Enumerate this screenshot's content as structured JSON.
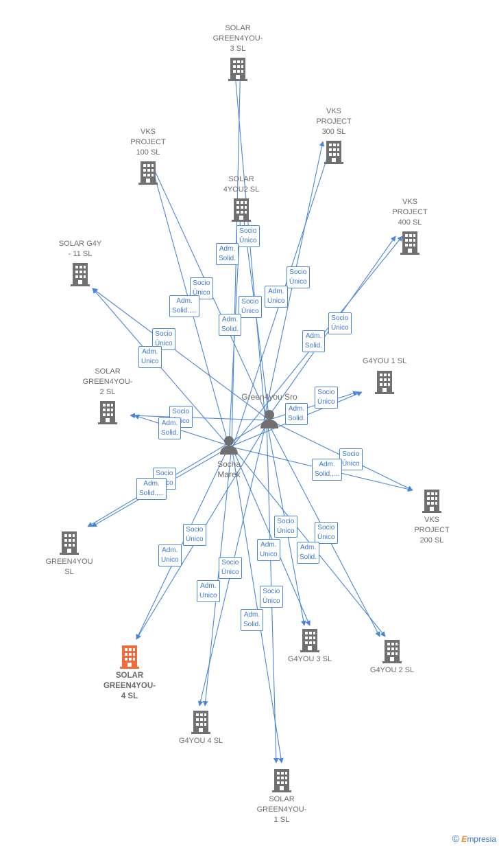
{
  "colors": {
    "edge": "#4a86d8",
    "company": "#707070",
    "highlight": "#f26b3a",
    "label": "#6b6b6b"
  },
  "people": [
    {
      "id": "green4you",
      "label": "Green4you Sro",
      "icon": "person-icon"
    },
    {
      "id": "socha",
      "label": "Socha\nMarek",
      "icon": "person-icon"
    }
  ],
  "companies": [
    {
      "id": "sg3",
      "label": "SOLAR\nGREEN4YOU-\n3  SL",
      "icon": "building-icon"
    },
    {
      "id": "vks300",
      "label": "VKS\nPROJECT\n300  SL",
      "icon": "building-icon"
    },
    {
      "id": "vks100",
      "label": "VKS\nPROJECT\n100  SL",
      "icon": "building-icon"
    },
    {
      "id": "solar4you2",
      "label": "SOLAR\n4YOU2  SL",
      "icon": "building-icon"
    },
    {
      "id": "vks400",
      "label": "VKS\nPROJECT\n400  SL",
      "icon": "building-icon"
    },
    {
      "id": "sg4y11",
      "label": "SOLAR G4Y\n-  11  SL",
      "icon": "building-icon"
    },
    {
      "id": "g4you1",
      "label": "G4YOU 1  SL",
      "icon": "building-icon"
    },
    {
      "id": "sg2",
      "label": "SOLAR\nGREEN4YOU-\n2  SL",
      "icon": "building-icon"
    },
    {
      "id": "vks200",
      "label": "VKS\nPROJECT\n200  SL",
      "icon": "building-icon"
    },
    {
      "id": "green4yousl",
      "label": "GREEN4YOU\nSL",
      "icon": "building-icon"
    },
    {
      "id": "sg4",
      "label": "SOLAR\nGREEN4YOU-\n4  SL",
      "icon": "building-icon",
      "highlight": true
    },
    {
      "id": "g4you3",
      "label": "G4YOU 3  SL",
      "icon": "building-icon"
    },
    {
      "id": "g4you2",
      "label": "G4YOU 2  SL",
      "icon": "building-icon"
    },
    {
      "id": "g4you4",
      "label": "G4YOU 4  SL",
      "icon": "building-icon"
    },
    {
      "id": "sg1",
      "label": "SOLAR\nGREEN4YOU-\n1  SL",
      "icon": "building-icon"
    }
  ],
  "relations": [
    "Socio\nÚnico",
    "Adm.\nSolid.",
    "Socio\nÚnico",
    "Adm.\nUnico",
    "Socio\nÚnico",
    "Adm.\nSolid.,...",
    "Socio\nÚnico",
    "Adm.\nSolid.",
    "Socio\nÚnico",
    "Adm.\nSolid.",
    "Socio\nÚnico",
    "Adm.\nUnico",
    "Socio\nÚnico",
    "Adm.\nSolid.",
    "Socio\nÚnico",
    "Adm.\nSolid.",
    "Socio\nÚnico",
    "Adm.\nSolid.,...",
    "Socio\nÚnico",
    "Adm.\nSolid.,...",
    "Socio\nÚnico",
    "Adm.\nUnico",
    "Socio\nÚnico",
    "Adm.\nUnico",
    "Socio\nÚnico",
    "Adm.\nSolid.",
    "Socio\nÚnico",
    "Adm.\nUnico",
    "Socio\nÚnico",
    "Adm.\nSolid."
  ],
  "footer": {
    "copyright": "©",
    "brand_e": "E",
    "brand_rest": "mpresia"
  }
}
